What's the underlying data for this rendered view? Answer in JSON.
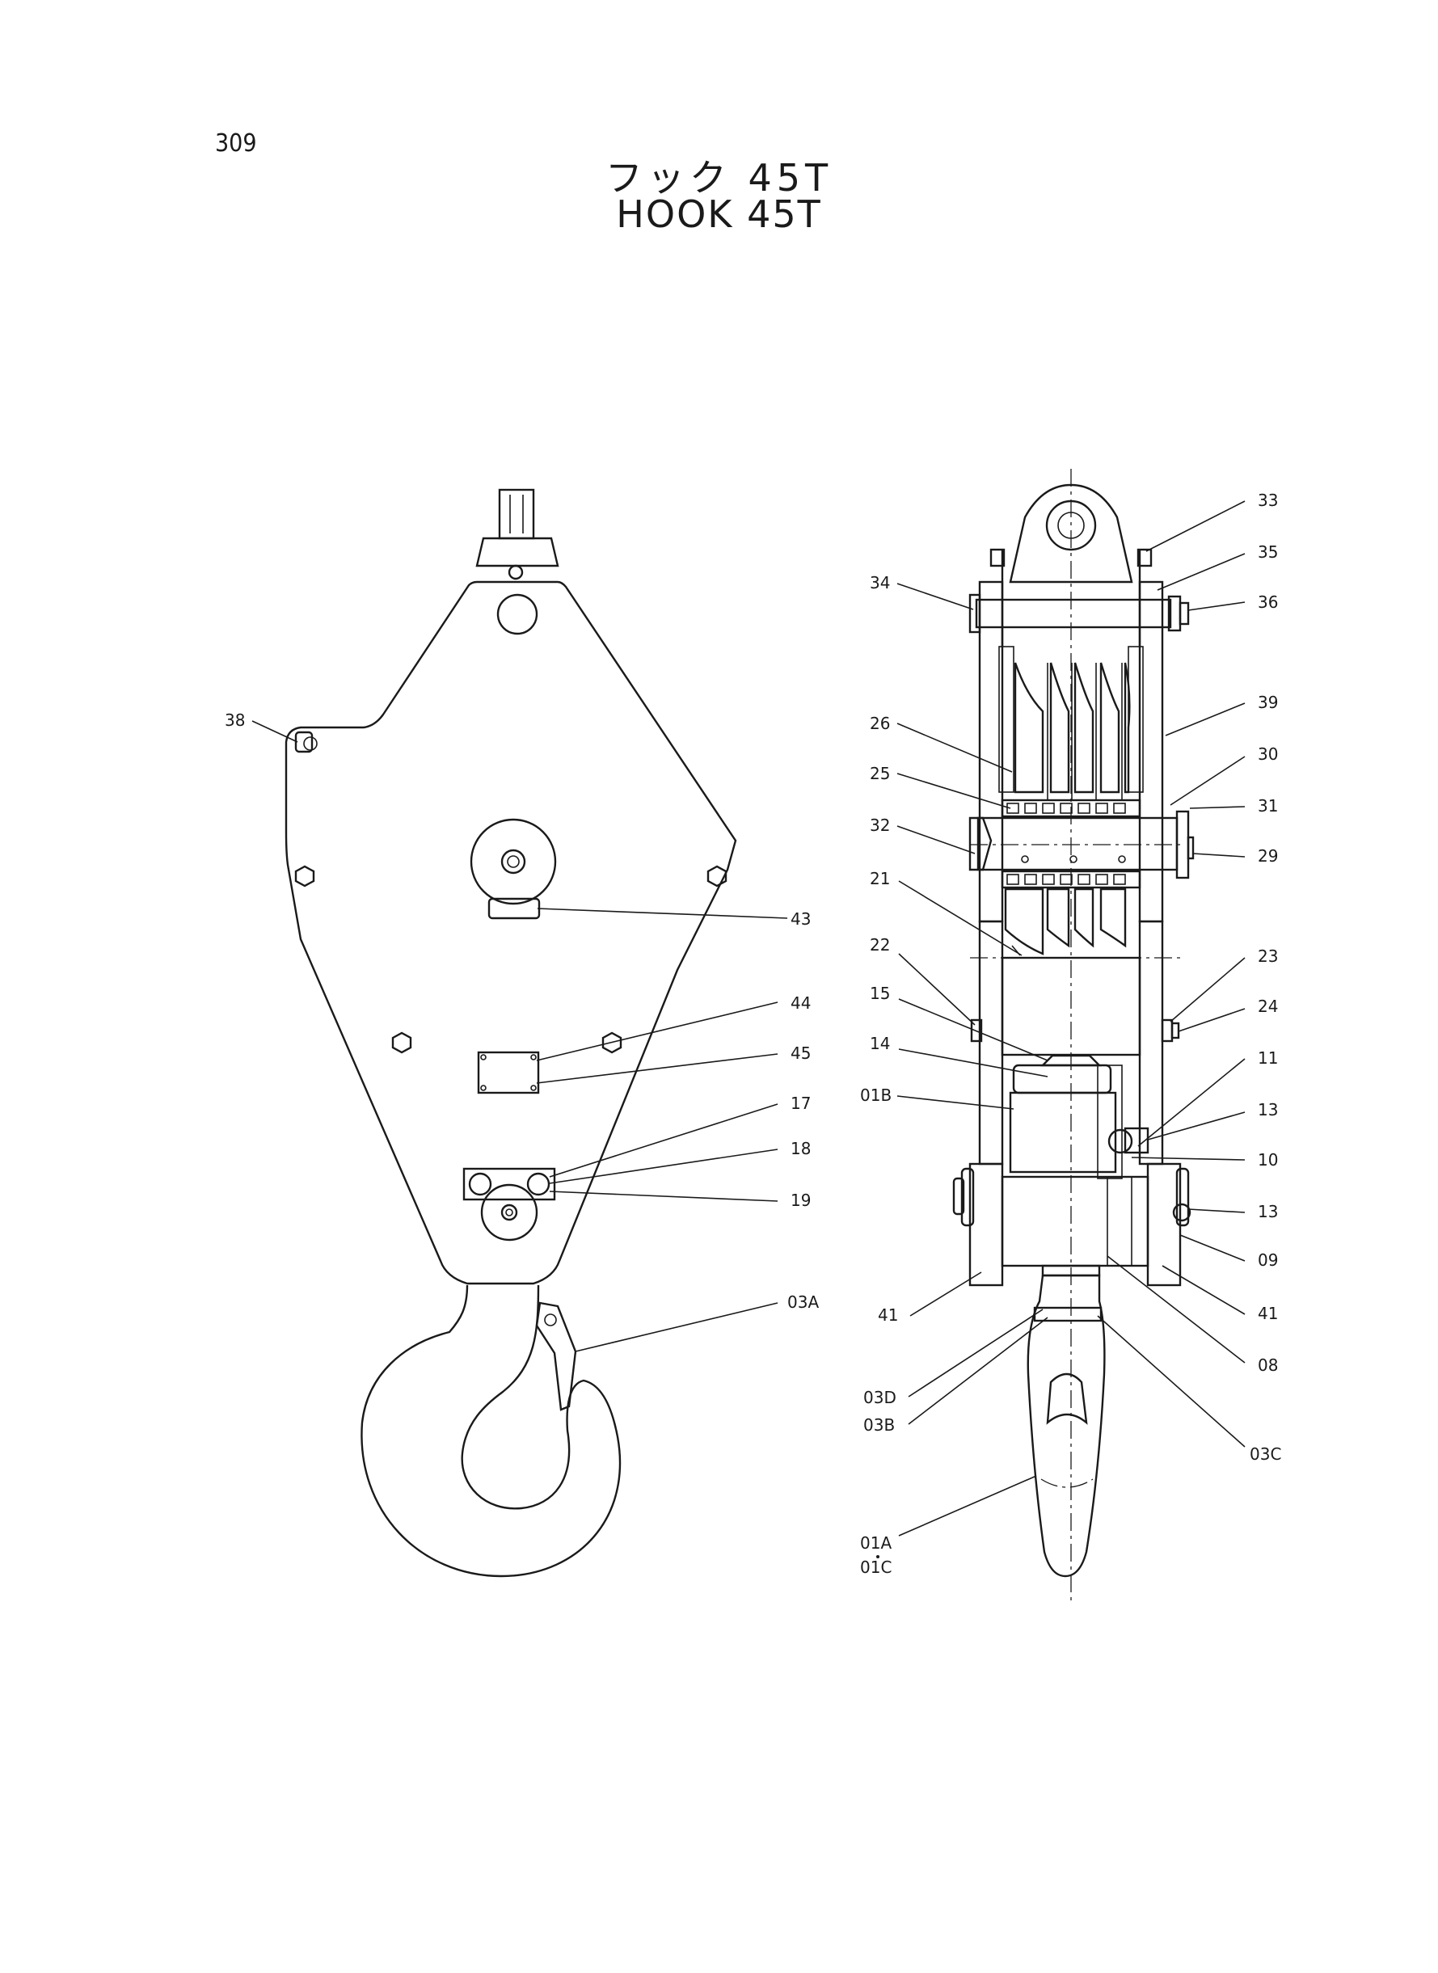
{
  "header": {
    "page_number": "309",
    "title_jp": "フック 45T",
    "title_en": "HOOK 45T"
  },
  "diagram": {
    "front_view_labels": [
      "38",
      "43",
      "44",
      "45",
      "17",
      "18",
      "19",
      "03A"
    ],
    "side_view_labels": [
      "33",
      "35",
      "36",
      "34",
      "39",
      "26",
      "30",
      "25",
      "31",
      "32",
      "29",
      "21",
      "22",
      "23",
      "15",
      "24",
      "14",
      "11",
      "01B",
      "13",
      "10",
      "13",
      "09",
      "41",
      "41",
      "08",
      "03D",
      "03B",
      "03C",
      "01A",
      "01C"
    ]
  }
}
